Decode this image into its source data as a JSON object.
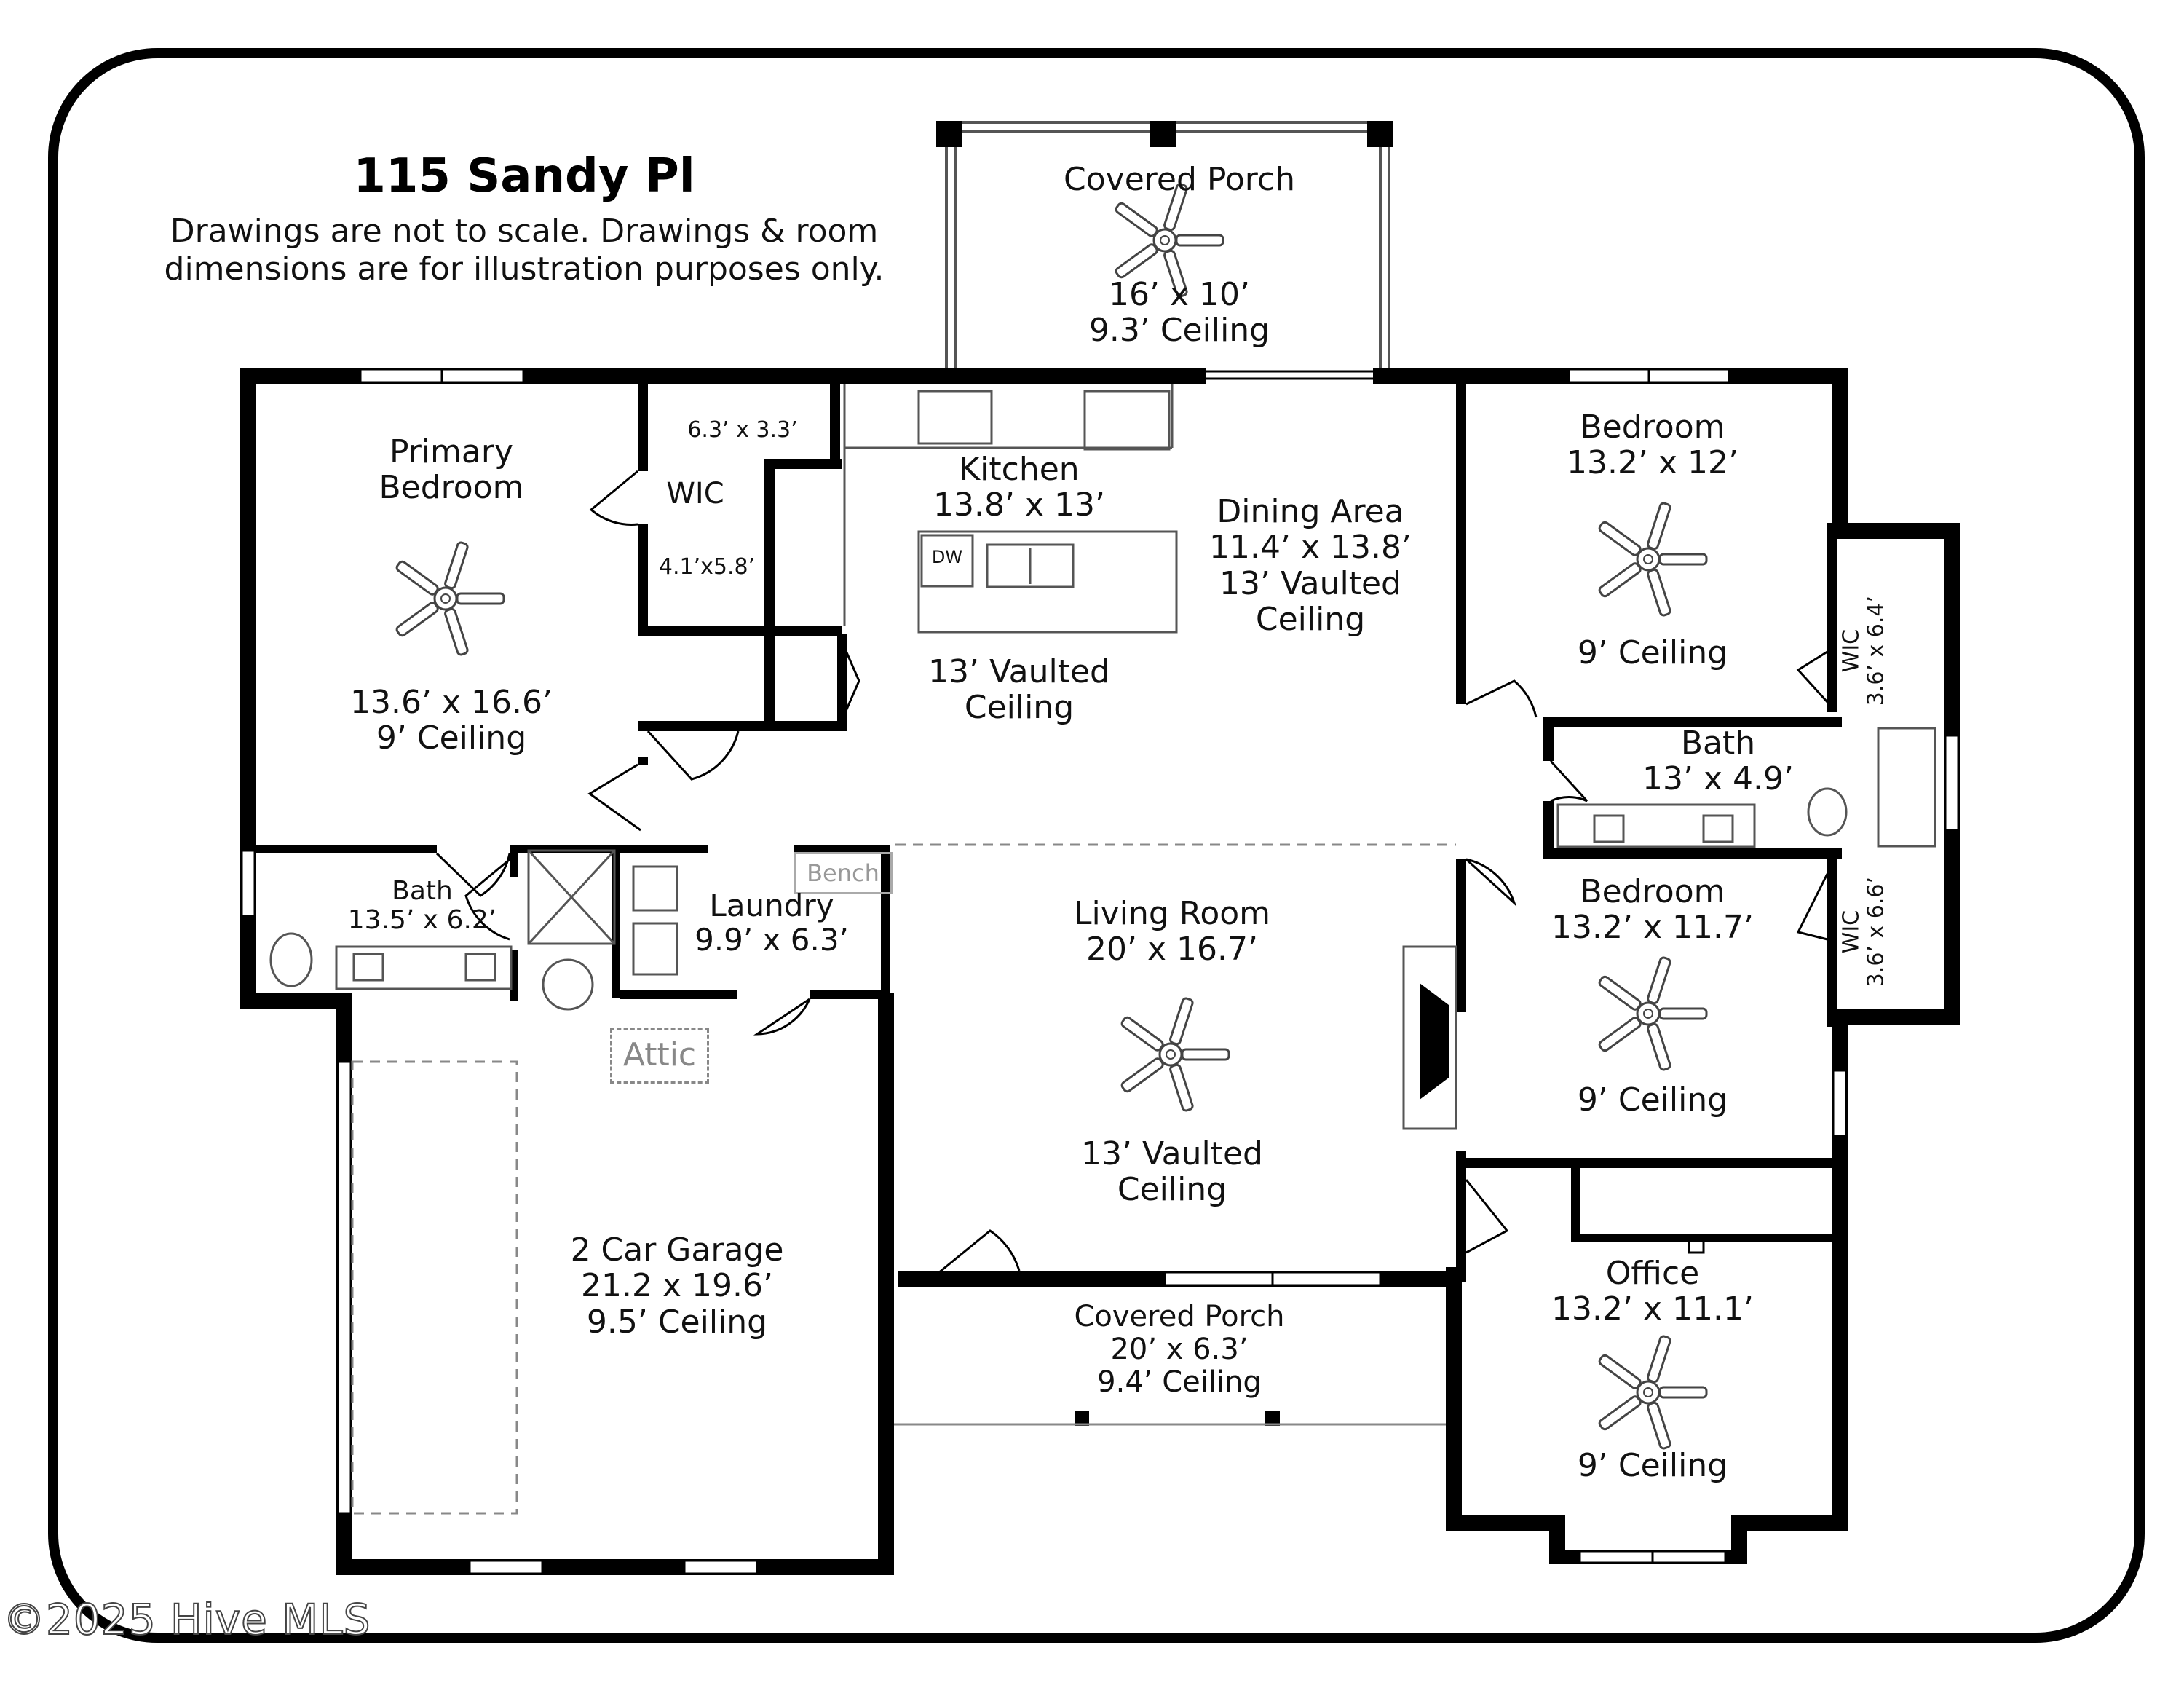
{
  "title": "115 Sandy Pl",
  "disclaimer": {
    "line1": "Drawings are not to scale. Drawings & room",
    "line2": "dimensions are for illustration purposes only."
  },
  "copyright": "©2025 Hive MLS",
  "rooms": {
    "covered_porch_top": {
      "name": "Covered Porch",
      "size": "16’ x 10’",
      "ceiling": "9.3’ Ceiling"
    },
    "primary_bedroom": {
      "name1": "Primary",
      "name2": "Bedroom",
      "size": "13.6’ x 16.6’",
      "ceiling": "9’ Ceiling"
    },
    "wic_primary": {
      "label": "WIC",
      "size_a": "6.3’ x 3.3’",
      "size_b": "4.1’x5.8’"
    },
    "kitchen": {
      "name": "Kitchen",
      "size": "13.8’ x 13’",
      "dw": "DW",
      "ceiling1": "13’ Vaulted",
      "ceiling2": "Ceiling"
    },
    "dining": {
      "name": "Dining Area",
      "size": "11.4’ x 13.8’",
      "ceiling1": "13’ Vaulted",
      "ceiling2": "Ceiling"
    },
    "bedroom_top": {
      "name": "Bedroom",
      "size": "13.2’ x 12’",
      "ceiling": "9’ Ceiling"
    },
    "wic_top": {
      "label": "WIC",
      "size": "3.6’ x 6.4’"
    },
    "bath_right": {
      "name": "Bath",
      "size": "13’ x 4.9’"
    },
    "bedroom_mid": {
      "name": "Bedroom",
      "size": "13.2’ x 11.7’",
      "ceiling": "9’ Ceiling"
    },
    "wic_mid": {
      "label": "WIC",
      "size": "3.6’ x 6.6’"
    },
    "bath_left": {
      "name": "Bath",
      "size": "13.5’ x 6.2’"
    },
    "laundry": {
      "name": "Laundry",
      "size": "9.9’ x 6.3’",
      "bench": "Bench"
    },
    "living": {
      "name": "Living Room",
      "size": "20’ x 16.7’",
      "ceiling1": "13’ Vaulted",
      "ceiling2": "Ceiling"
    },
    "attic": {
      "label": "Attic"
    },
    "garage": {
      "name": "2 Car Garage",
      "size": "21.2 x 19.6’",
      "ceiling": "9.5’ Ceiling"
    },
    "covered_porch_front": {
      "name": "Covered Porch",
      "size": "20’ x 6.3’",
      "ceiling": "9.4’ Ceiling"
    },
    "office": {
      "name": "Office",
      "size": "13.2’ x 11.1’",
      "ceiling": "9’ Ceiling"
    }
  },
  "colors": {
    "wall": "#000000",
    "fixture": "#555555",
    "dashed": "#888888"
  }
}
